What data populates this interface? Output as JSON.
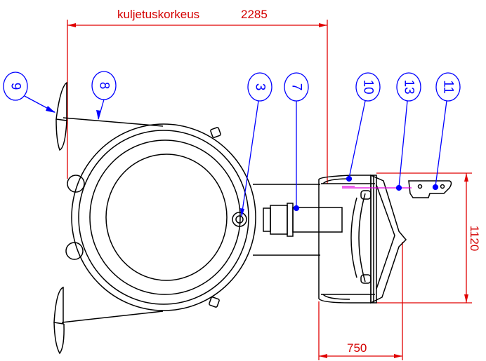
{
  "dimensions": {
    "top": {
      "label": "kuljetuskorkeus",
      "value": "2285"
    },
    "right": {
      "value": "1120"
    },
    "bottom": {
      "value": "750"
    }
  },
  "balloons": [
    "9",
    "8",
    "3",
    "7",
    "10",
    "13",
    "11"
  ],
  "colors": {
    "outline": "#000000",
    "dimension": "#e00000",
    "balloon": "#0000ff",
    "hidden_line": "#e000e0"
  }
}
